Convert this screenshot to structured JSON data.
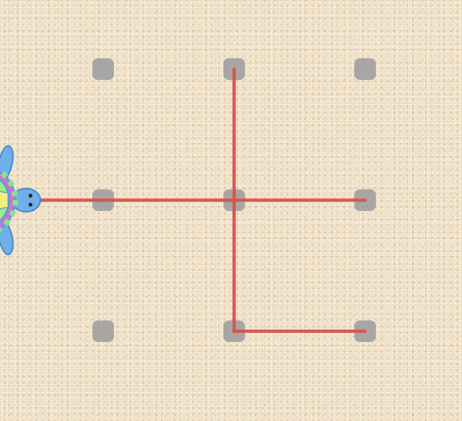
{
  "puzzle": {
    "grid": {
      "cols": 3,
      "rows": 3
    },
    "dot_color": "#a0a0a0",
    "path_color": "#d9534f",
    "sand_color": "#ecdcc0",
    "path_segments": [
      {
        "from": [
          1,
          0
        ],
        "to": [
          1,
          2
        ]
      },
      {
        "from": [
          1,
          1
        ],
        "to": [
          2,
          1
        ]
      },
      {
        "from": [
          1,
          2
        ],
        "to": [
          2,
          2
        ]
      },
      {
        "from": [
          -0.6,
          1
        ],
        "to": [
          1,
          1
        ]
      }
    ],
    "turtle": {
      "icon": "sea-turtle-icon",
      "grid_position": [
        -1,
        1
      ],
      "heading": "east"
    }
  }
}
